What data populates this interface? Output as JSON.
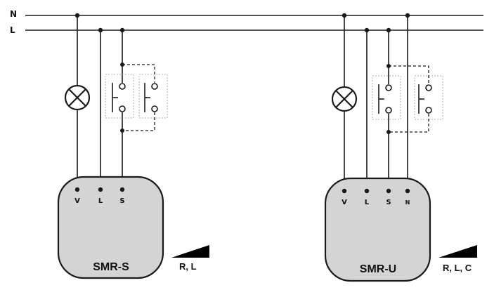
{
  "bus": {
    "neutral_label": "N",
    "live_label": "L"
  },
  "left_module": {
    "name": "SMR-S",
    "terminals": [
      "V",
      "L",
      "S"
    ],
    "load_types": "R, L"
  },
  "right_module": {
    "name": "SMR-U",
    "terminals": [
      "V",
      "L",
      "S",
      "N"
    ],
    "load_types": "R, L, C"
  },
  "colors": {
    "line": "#1a1a1a",
    "module_fill": "#d4d4d4",
    "switch_box": "#b0b0b0",
    "ramp": "#000000"
  },
  "icons": [
    "lamp-icon",
    "push-button-icon",
    "dimmer-ramp-icon"
  ]
}
